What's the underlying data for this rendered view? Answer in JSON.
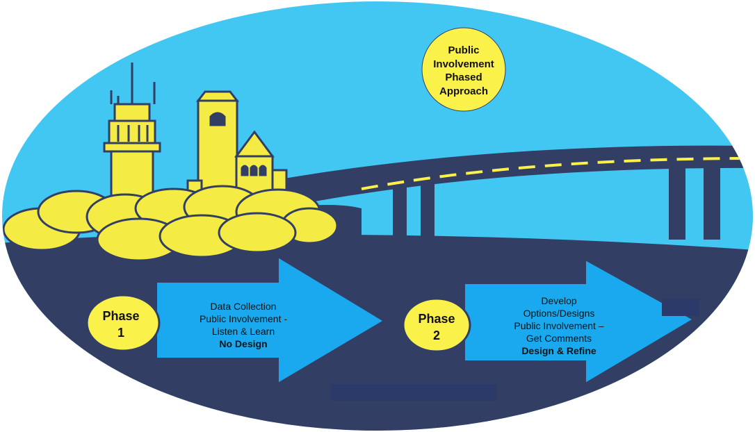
{
  "sun_label": [
    "Public",
    "Involvement",
    "Phased",
    "Approach"
  ],
  "phase1": {
    "badge": [
      "Phase",
      "1"
    ],
    "lines": [
      "Data Collection",
      "Public Involvement -",
      "Listen & Learn"
    ],
    "emphasis": "No Design"
  },
  "phase2": {
    "badge": [
      "Phase",
      "2"
    ],
    "lines": [
      "Develop",
      "Options/Designs",
      "Public Involvement –",
      "Get Comments"
    ],
    "emphasis": "Design & Refine"
  },
  "colors": {
    "sky": "#42c6f2",
    "dark": "#323e63",
    "yellow": "#fbf14b",
    "arrow": "#1aa9ee",
    "building": "#f4ec44",
    "outline": "#323e63"
  },
  "icons": [
    "control-tower-icon",
    "church-icon",
    "bridge-icon",
    "sun-icon"
  ]
}
